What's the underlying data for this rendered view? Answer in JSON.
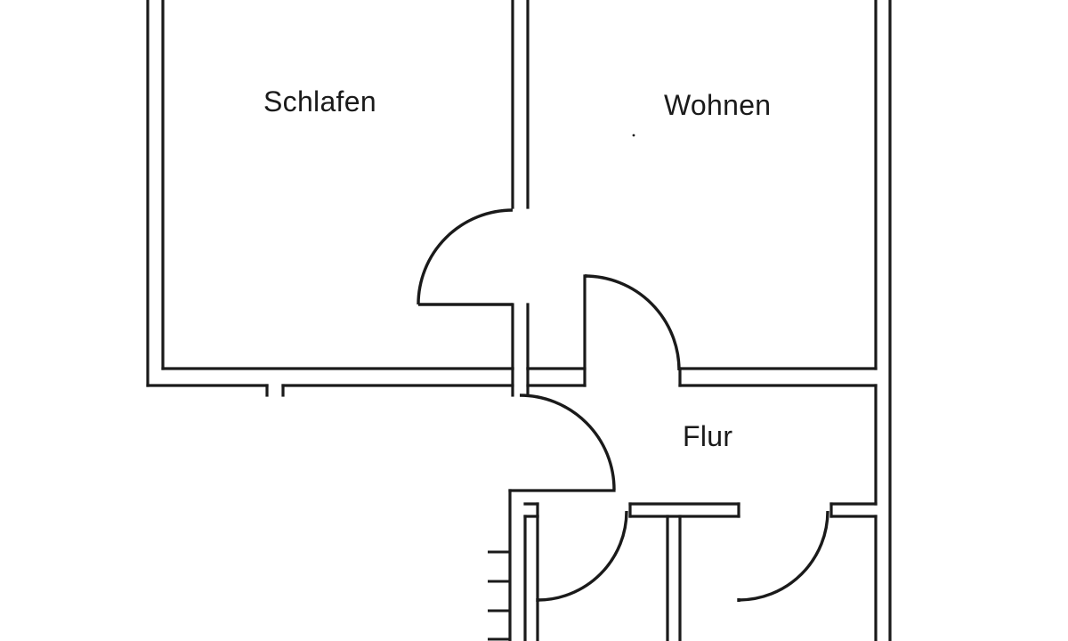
{
  "rooms": {
    "schlafen": "Schlafen",
    "wohnen": "Wohnen",
    "flur": "Flur"
  },
  "colors": {
    "line": "#1a1a1a",
    "background": "#ffffff"
  }
}
